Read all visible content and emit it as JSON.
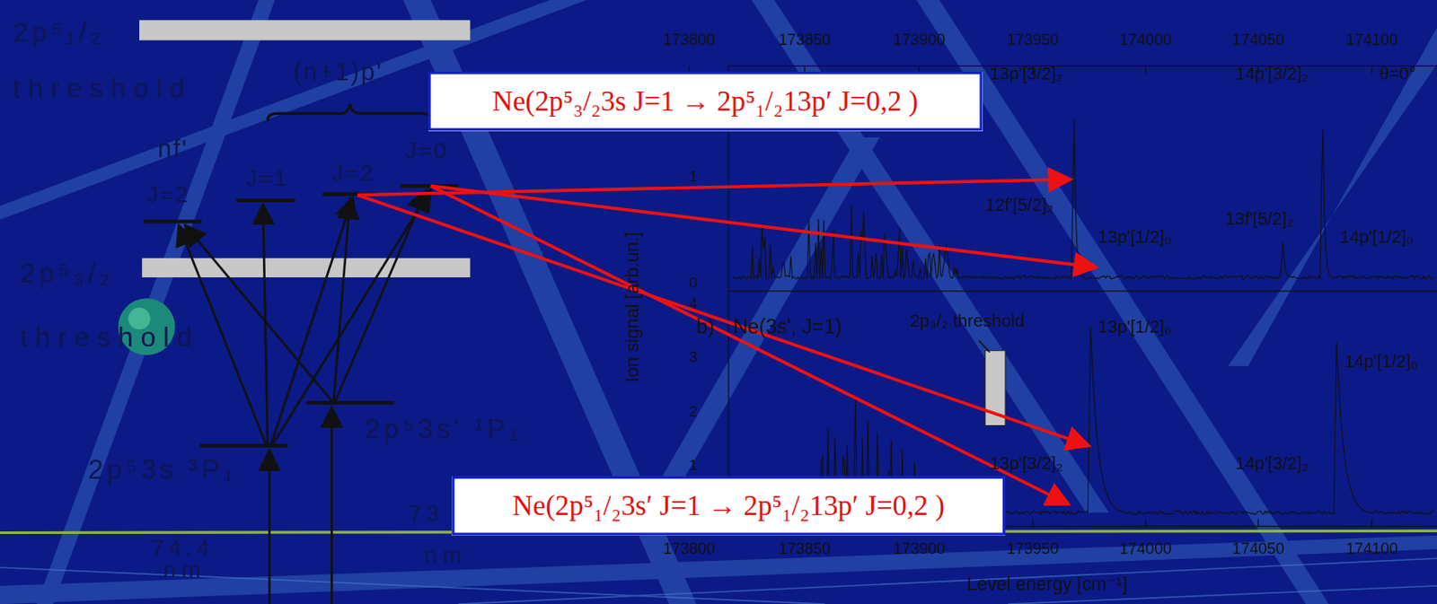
{
  "diagram": {
    "nodes": [
      {
        "text": [
          "Ne(2p⁵₃/₂3s J=1 → 2p⁵₁/₂13p′ J=0,2 )"
        ]
      },
      {
        "text": [
          "Ne(2p⁵₁/₂3s′ J=1 → 2p⁵₁/₂13p′ J=0,2 )"
        ]
      }
    ],
    "edges": [],
    "labels": [
      "2p⁵₁/₂",
      "threshold",
      "(n+1)p'",
      "nf'",
      "J=2",
      "J=1",
      "J=2",
      "J=0",
      "2p⁵₃/₂",
      "threshold",
      "2p⁵3s' ¹P₁",
      "2p⁵3s ³P₁",
      "74.4",
      "nm",
      "73",
      "nm",
      "173800",
      "173850",
      "173900",
      "173950",
      "174000",
      "174050",
      "174100",
      "173800",
      "173850",
      "173900",
      "173950",
      "174000",
      "174050",
      "174100",
      "13p'[3/2]₂",
      "14p'[3/2]₂",
      "θ=0°",
      "12f'[5/2]₂",
      "13p'[1/2]₀",
      "13f'[5/2]₂",
      "14p'[1/2]₀",
      "b)",
      "Ne(3s', J=1)",
      "2p₃/₂ threshold",
      "13p'[1/2]₀",
      "14p'[1/2]₀",
      "13p'[3/2]₂",
      "14p'[3/2]₂",
      "Ion signal [arb.un.]",
      "Level energy [cm⁻¹]",
      "1",
      "0",
      "4",
      "3",
      "2",
      "1"
    ]
  }
}
